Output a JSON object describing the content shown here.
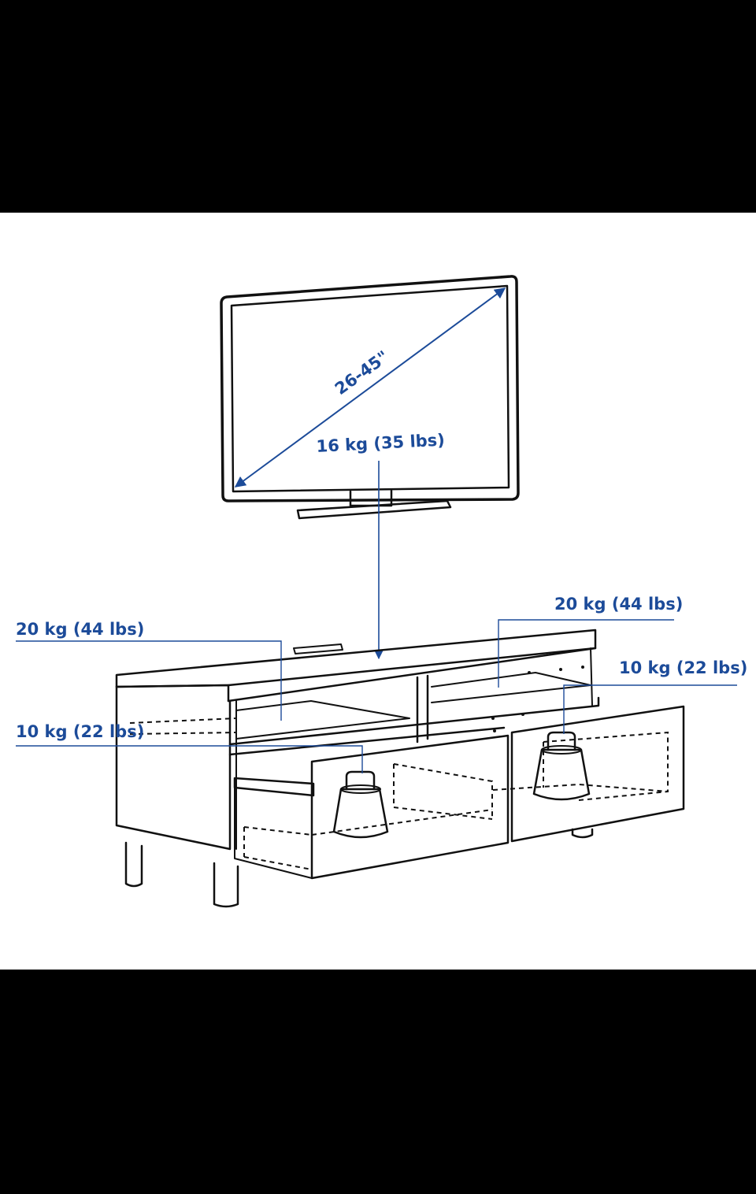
{
  "labels": {
    "screen_size": "26-45\"",
    "tv_weight": "16 kg (35 lbs)",
    "top_left_shelf": "20 kg (44 lbs)",
    "top_right_shelf": "20 kg (44 lbs)",
    "left_drawer": "10 kg (22 lbs)",
    "right_drawer": "10 kg (22 lbs)"
  },
  "colors": {
    "label_blue": "#1c4b99",
    "line_black": "#111111",
    "frame_black": "#000000",
    "background": "#ffffff"
  }
}
